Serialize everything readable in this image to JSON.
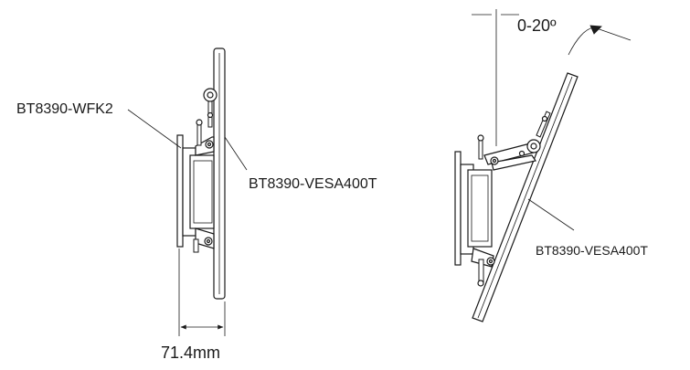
{
  "labels": {
    "left_kit": "BT8390-WFK2",
    "left_plate": "BT8390-VESA400T",
    "right_plate": "BT8390-VESA400T",
    "tilt_range": "0-20º",
    "depth_dimension": "71.4mm"
  },
  "colors": {
    "line": "#1a1a1a",
    "dim": "#444444",
    "fill": "#ffffff"
  }
}
